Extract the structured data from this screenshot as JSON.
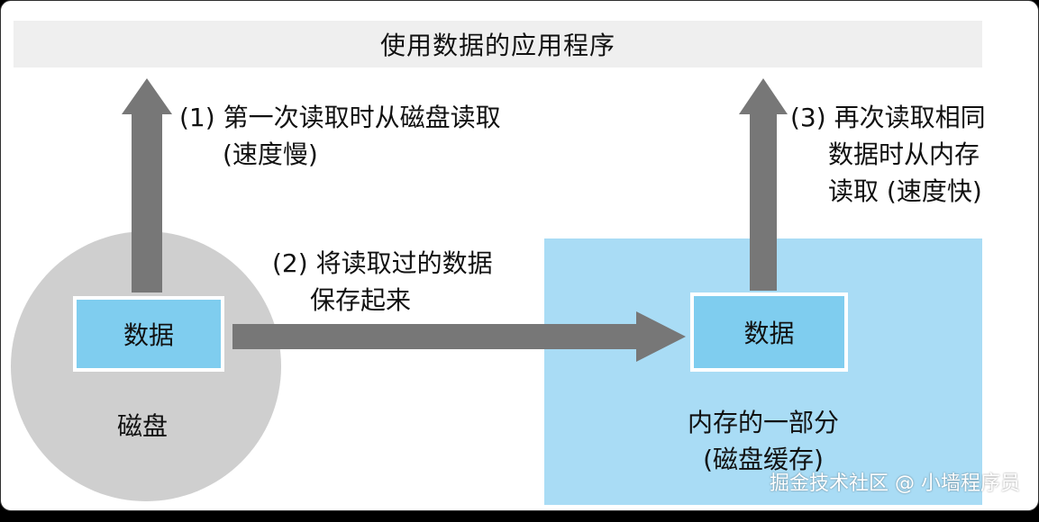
{
  "diagram": {
    "app_bar": "使用数据的应用程序",
    "disk": {
      "label": "磁盘",
      "data_box": "数据"
    },
    "cache": {
      "data_box": "数据",
      "line1": "内存的一部分",
      "line2": "(磁盘缓存)"
    },
    "steps": {
      "step1_line1": "(1) 第一次读取时从磁盘读取",
      "step1_line2": "(速度慢)",
      "step2_line1": "(2) 将读取过的数据",
      "step2_line2": "保存起来",
      "step3_line1": "(3) 再次读取相同",
      "step3_line2": "数据时从内存",
      "step3_line3": "读取 (速度快)"
    },
    "watermark": "掘金技术社区 @ 小墙程序员"
  },
  "colors": {
    "app_bar": "#efefef",
    "disk": "#cfcfcf",
    "cache_area": "#a9dcf5",
    "data_box": "#7fcdef",
    "arrow": "#777777"
  }
}
